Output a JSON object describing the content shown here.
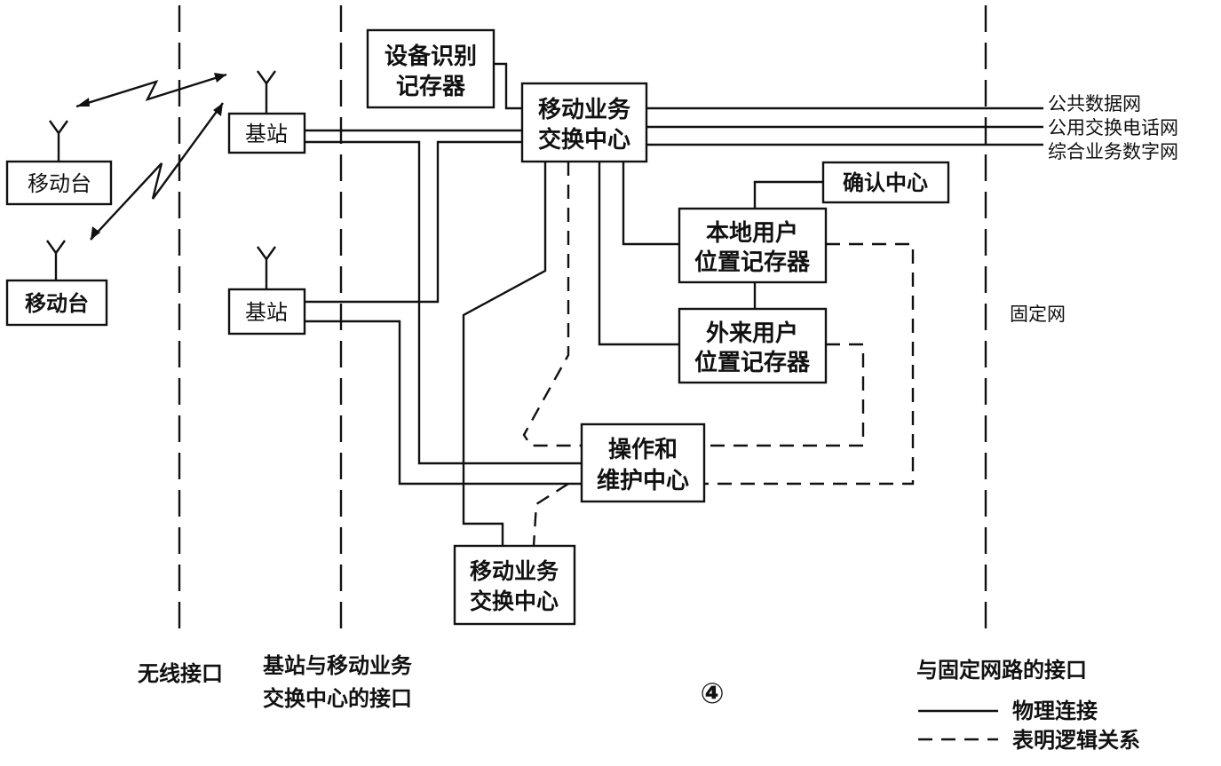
{
  "nodes": {
    "eir": [
      "设备识别",
      "记存器"
    ],
    "msc_main": [
      "移动业务",
      "交换中心"
    ],
    "bts_1": "基站",
    "bts_2": "基站",
    "ms_1": "移动台",
    "ms_2": "移动台",
    "auc": "确认中心",
    "hlr": [
      "本地用户",
      "位置记存器"
    ],
    "vlr": [
      "外来用户",
      "位置记存器"
    ],
    "omc": [
      "操作和",
      "维护中心"
    ],
    "msc_2": [
      "移动业务",
      "交换中心"
    ]
  },
  "external_networks": [
    "公共数据网",
    "公用交换电话网",
    "综合业务数字网"
  ],
  "fixed_network_label": "固定网",
  "interfaces": {
    "wireless": "无线接口",
    "bts_msc": [
      "基站与移动业务",
      "交换中心的接口"
    ],
    "fixed": "与固定网路的接口"
  },
  "figure_number": "④",
  "legend": {
    "physical": "物理连接",
    "logical": "表明逻辑关系"
  },
  "edges": [
    {
      "from": "eir",
      "to": "msc_main",
      "kind": "physical"
    },
    {
      "from": "bts_1",
      "to": "msc_main",
      "kind": "physical"
    },
    {
      "from": "bts_2",
      "to": "msc_main",
      "kind": "physical"
    },
    {
      "from": "bts_1",
      "to": "omc",
      "kind": "physical"
    },
    {
      "from": "bts_2",
      "to": "omc",
      "kind": "physical"
    },
    {
      "from": "msc_main",
      "to": "hlr",
      "kind": "physical"
    },
    {
      "from": "msc_main",
      "to": "vlr",
      "kind": "physical"
    },
    {
      "from": "msc_main",
      "to": "msc_2",
      "kind": "physical"
    },
    {
      "from": "hlr",
      "to": "auc",
      "kind": "physical"
    },
    {
      "from": "hlr",
      "to": "vlr",
      "kind": "physical"
    },
    {
      "from": "msc_main",
      "to": "omc",
      "kind": "logical"
    },
    {
      "from": "vlr",
      "to": "omc",
      "kind": "logical"
    },
    {
      "from": "hlr",
      "to": "omc",
      "kind": "logical"
    },
    {
      "from": "omc",
      "to": "msc_2",
      "kind": "logical"
    },
    {
      "from": "msc_main",
      "to": "公共数据网",
      "kind": "physical"
    },
    {
      "from": "msc_main",
      "to": "公用交换电话网",
      "kind": "physical"
    },
    {
      "from": "msc_main",
      "to": "综合业务数字网",
      "kind": "physical"
    },
    {
      "from": "ms_1",
      "to": "bts_1",
      "kind": "radio"
    },
    {
      "from": "ms_2",
      "to": "bts_1",
      "kind": "radio"
    }
  ]
}
